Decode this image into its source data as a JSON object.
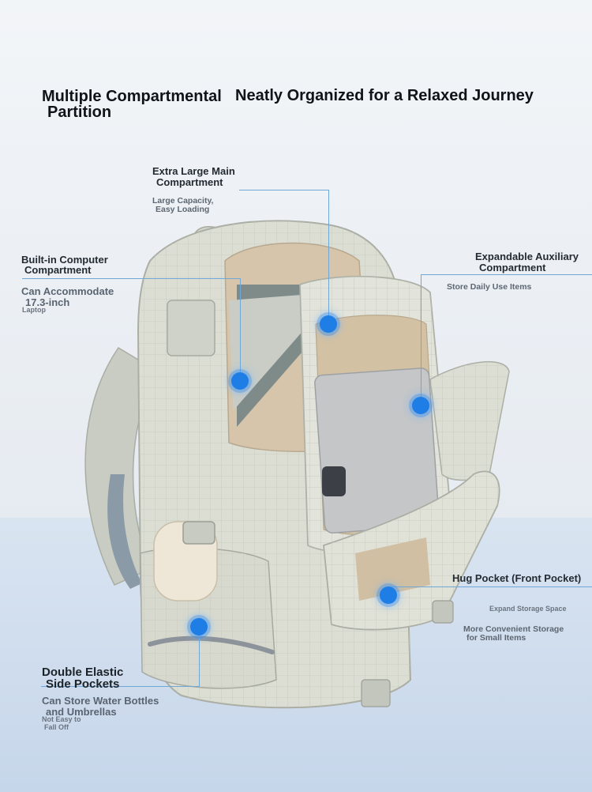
{
  "headline": {
    "left_line1": "Multiple Compartmental",
    "left_line2": "Partition",
    "right": "Neatly Organized for a Relaxed Journey"
  },
  "callouts": {
    "main": {
      "title_line1": "Extra Large Main",
      "title_line2": "Compartment",
      "desc_line1": "Large Capacity,",
      "desc_line2": "Easy Loading"
    },
    "computer": {
      "title_line1": "Built-in Computer",
      "title_line2": "Compartment",
      "desc_line1": "Can Accommodate",
      "desc_line2": "17.3-inch",
      "desc_line3": "Laptop"
    },
    "auxiliary": {
      "title_line1": "Expandable Auxiliary",
      "title_line2": "Compartment",
      "desc": "Store Daily Use Items"
    },
    "hug": {
      "title": "Hug Pocket (Front Pocket)",
      "desc1": "Expand Storage Space",
      "desc2_line1": "More Convenient Storage",
      "desc2_line2": "for Small Items"
    },
    "side": {
      "title_line1": "Double Elastic",
      "title_line2": "Side Pockets",
      "desc_line1": "Can Store Water Bottles",
      "desc_line2": "and Umbrellas",
      "desc2_line1": "Not Easy to",
      "desc2_line2": "Fall Off"
    }
  },
  "colors": {
    "hotspot": "#1f7de6",
    "leader_line": "#6fa7d6",
    "bag": "#d9dbcf",
    "interior": "#d8c7ad"
  }
}
